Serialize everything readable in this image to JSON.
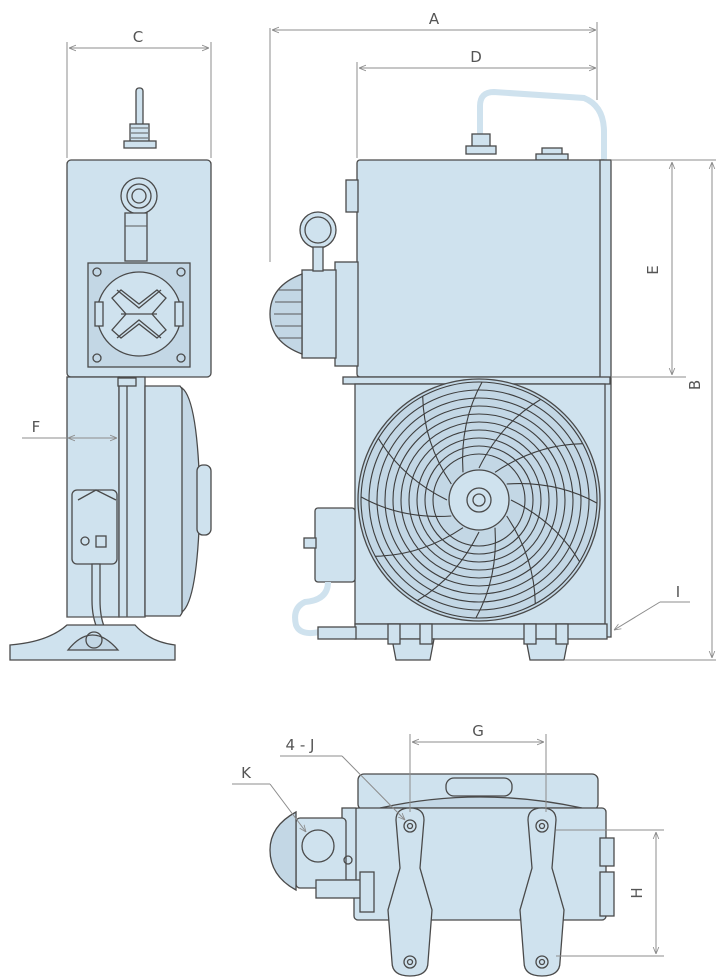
{
  "diagram": {
    "colors": {
      "body_fill": "#cfe2ee",
      "outline": "#4a4a4a",
      "dimension_line": "#8c8c8c",
      "label_text": "#555555",
      "background": "#ffffff"
    },
    "views": [
      "side-view",
      "front-view",
      "bottom-view"
    ],
    "dimension_labels": {
      "A": "A",
      "B": "B",
      "C": "C",
      "D": "D",
      "E": "E",
      "F": "F",
      "G": "G",
      "H": "H",
      "I": "I",
      "J": "4 - J",
      "K": "K"
    }
  }
}
